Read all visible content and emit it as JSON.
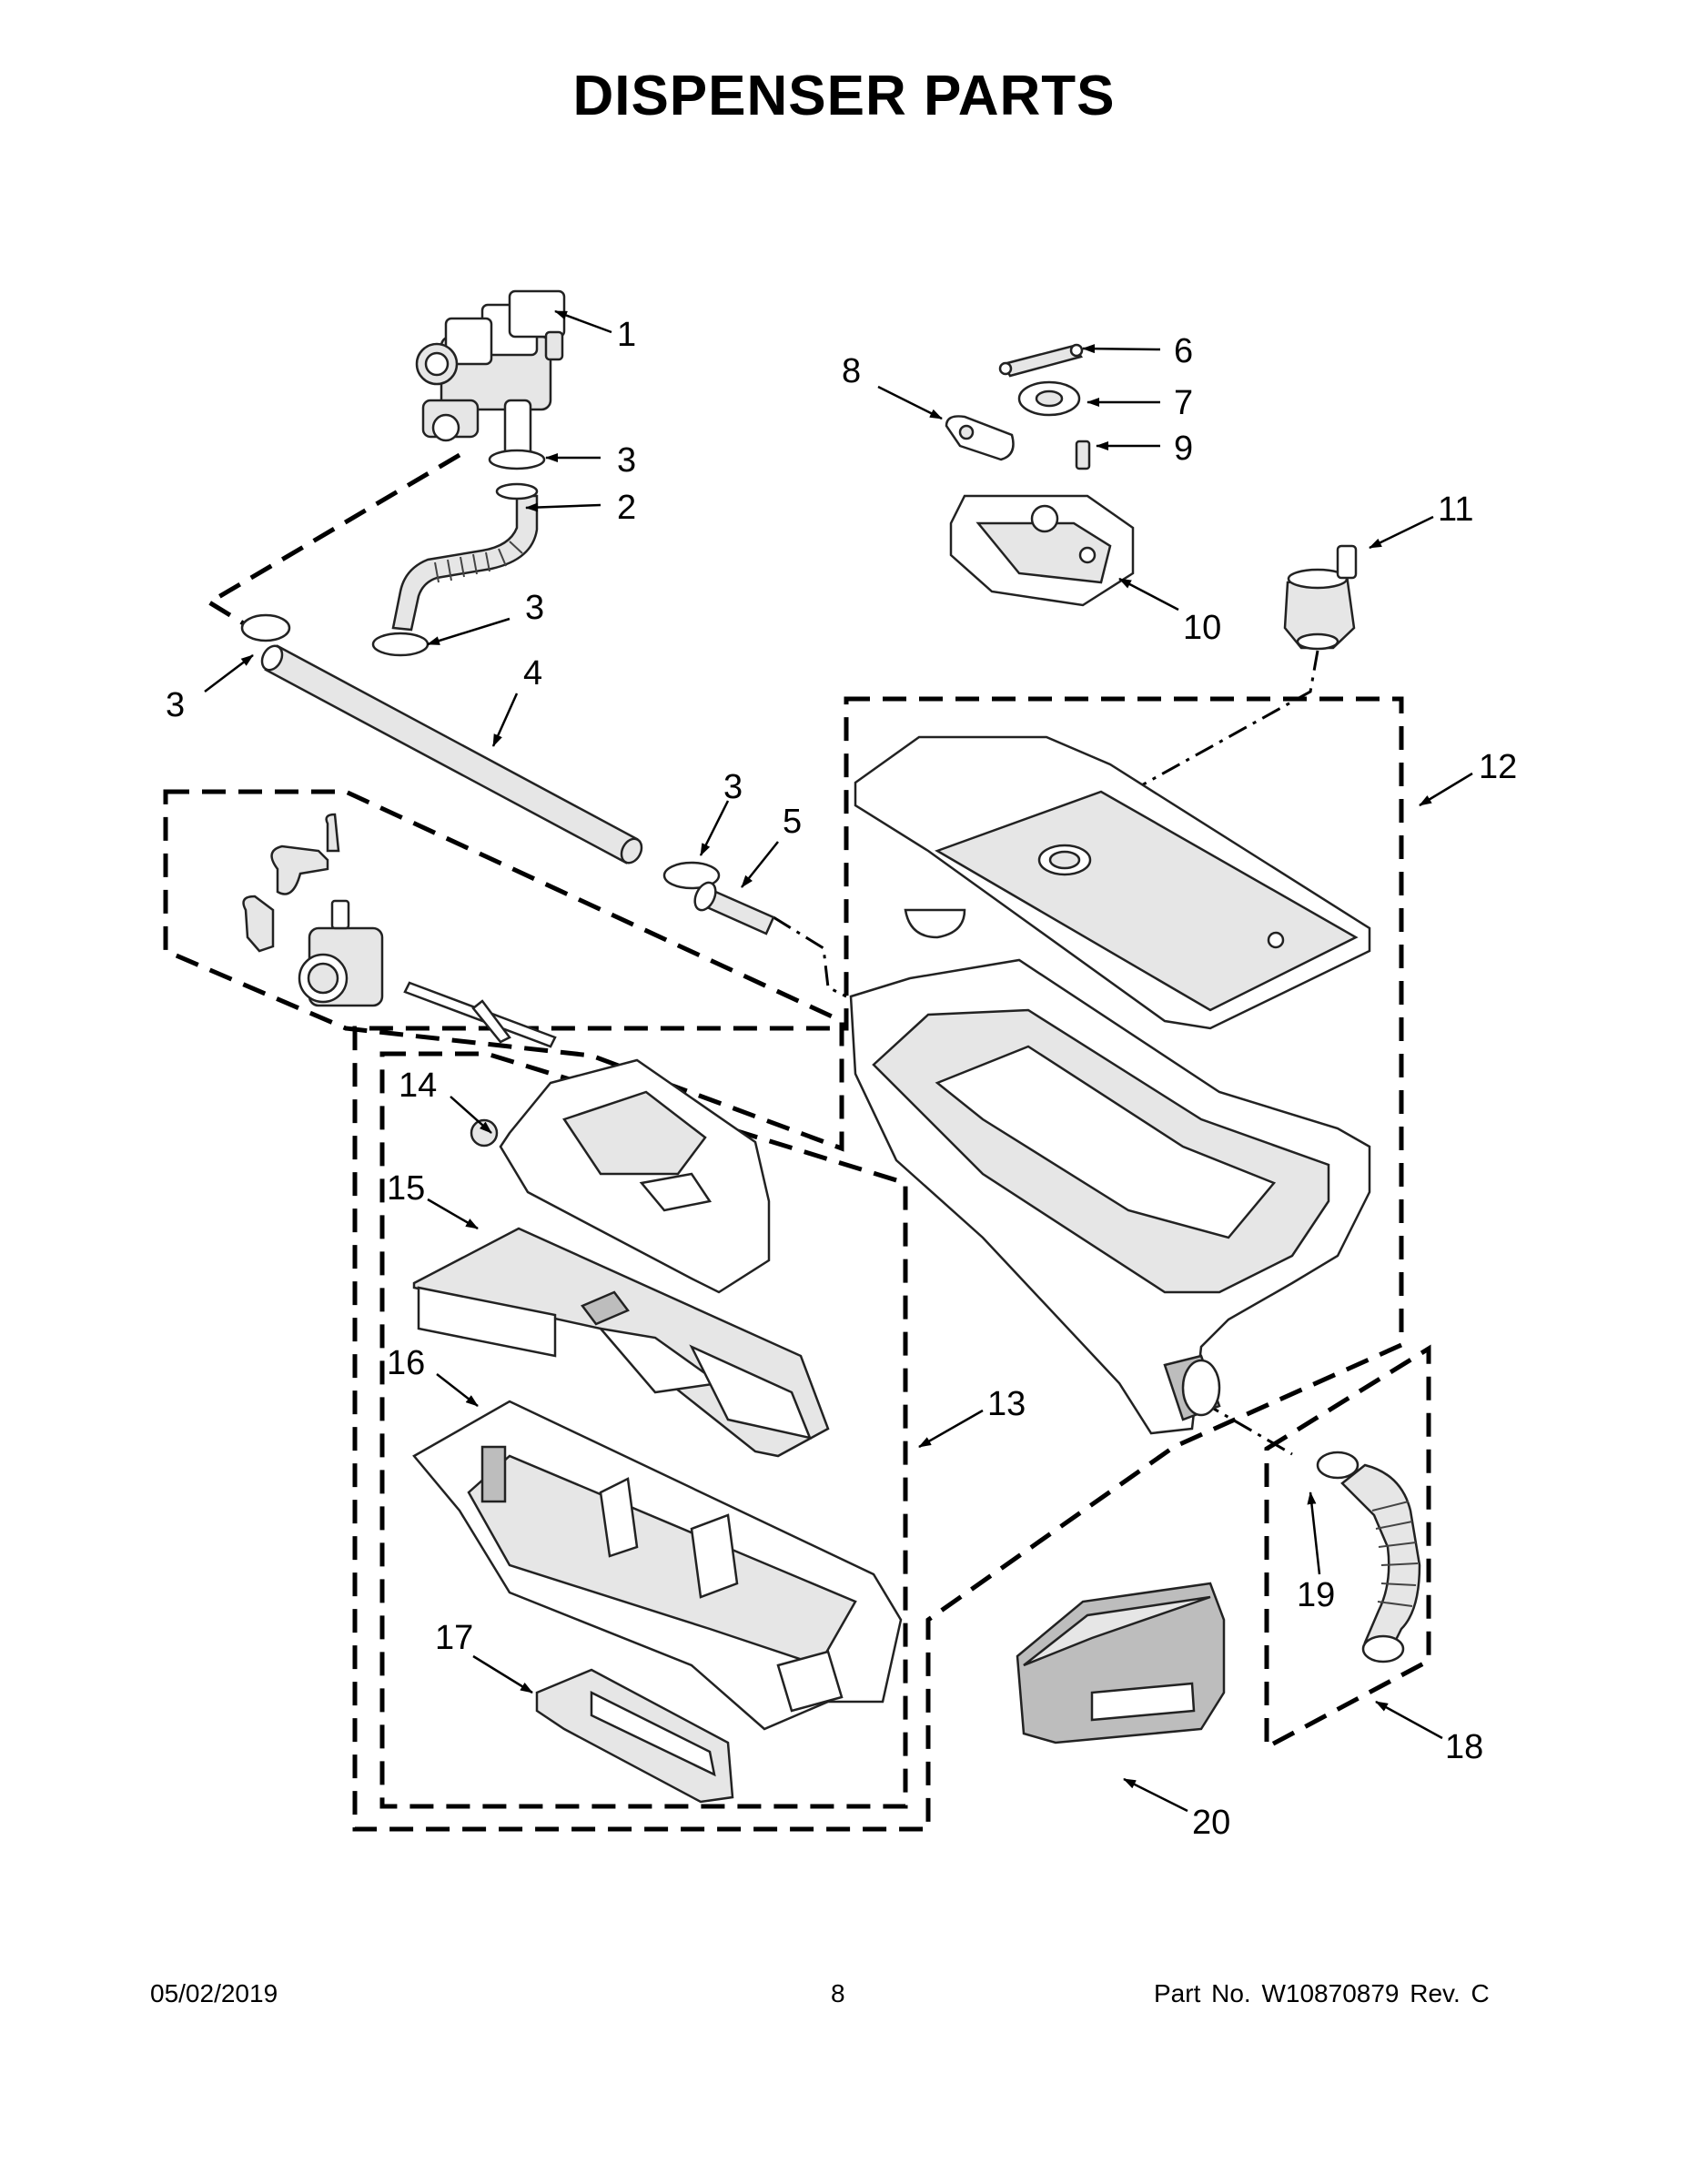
{
  "page": {
    "title": "DISPENSER PARTS",
    "footer": {
      "date": "05/02/2019",
      "page_number": "8",
      "part_number": "Part No.  W10870879  Rev.  C"
    }
  },
  "callouts": {
    "c1": "1",
    "c2": "2",
    "c3a": "3",
    "c3b": "3",
    "c3c": "3",
    "c3d": "3",
    "c4": "4",
    "c5": "5",
    "c6": "6",
    "c7": "7",
    "c8": "8",
    "c9": "9",
    "c10": "10",
    "c11": "11",
    "c12": "12",
    "c13": "13",
    "c14": "14",
    "c15": "15",
    "c16": "16",
    "c17": "17",
    "c18": "18",
    "c19": "19",
    "c20": "20"
  }
}
